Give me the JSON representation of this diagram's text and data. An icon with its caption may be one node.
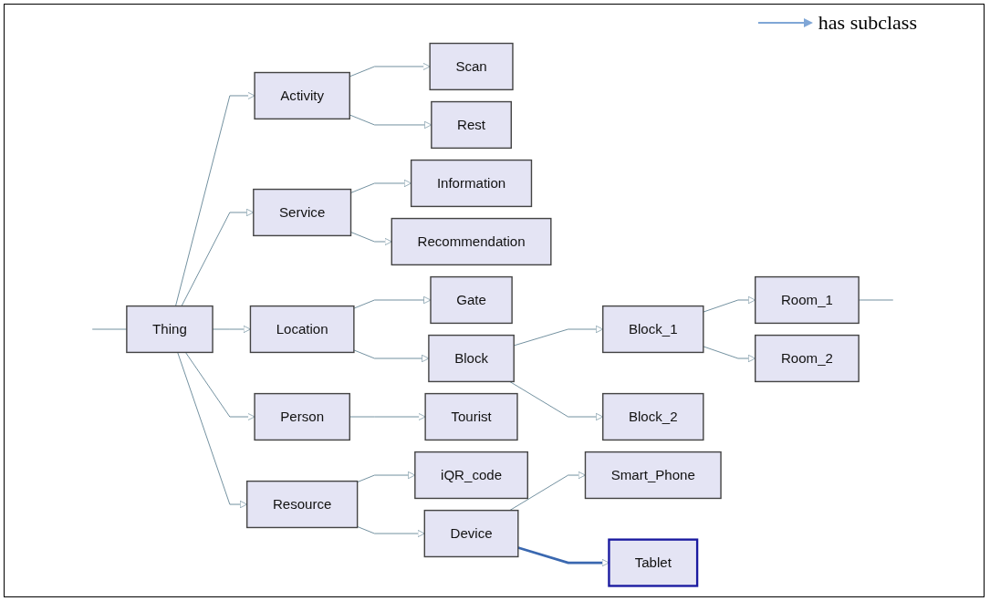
{
  "diagram": {
    "nodes": [
      {
        "text": [
          "Thing"
        ]
      },
      {
        "text": [
          "Activity"
        ]
      },
      {
        "text": [
          "Scan"
        ]
      },
      {
        "text": [
          "Rest"
        ]
      },
      {
        "text": [
          "Service"
        ]
      },
      {
        "text": [
          "Information"
        ]
      },
      {
        "text": [
          "Recommendation"
        ]
      },
      {
        "text": [
          "Location"
        ]
      },
      {
        "text": [
          "Gate"
        ]
      },
      {
        "text": [
          "Block"
        ]
      },
      {
        "text": [
          "Block_1"
        ]
      },
      {
        "text": [
          "Room_1"
        ]
      },
      {
        "text": [
          "Room_2"
        ]
      },
      {
        "text": [
          "Block_2"
        ]
      },
      {
        "text": [
          "Person"
        ]
      },
      {
        "text": [
          "Tourist"
        ]
      },
      {
        "text": [
          "Resource"
        ]
      },
      {
        "text": [
          "iQR_code"
        ]
      },
      {
        "text": [
          "Device"
        ]
      },
      {
        "text": [
          "Smart_Phone"
        ]
      },
      {
        "text": [
          "Tablet"
        ]
      }
    ],
    "edges": [
      {
        "from": null,
        "to": 0,
        "arrow": "none"
      },
      {
        "from": 0,
        "to": 1,
        "arrow": "to"
      },
      {
        "from": 0,
        "to": 4,
        "arrow": "to"
      },
      {
        "from": 0,
        "to": 7,
        "arrow": "to"
      },
      {
        "from": 0,
        "to": 14,
        "arrow": "to"
      },
      {
        "from": 0,
        "to": 16,
        "arrow": "to"
      },
      {
        "from": 1,
        "to": 2,
        "arrow": "to"
      },
      {
        "from": 1,
        "to": 3,
        "arrow": "to"
      },
      {
        "from": 4,
        "to": 5,
        "arrow": "to"
      },
      {
        "from": 4,
        "to": 6,
        "arrow": "to"
      },
      {
        "from": 7,
        "to": 8,
        "arrow": "to"
      },
      {
        "from": 7,
        "to": 9,
        "arrow": "to"
      },
      {
        "from": 9,
        "to": 10,
        "arrow": "to"
      },
      {
        "from": 9,
        "to": 13,
        "arrow": "to"
      },
      {
        "from": 10,
        "to": 11,
        "arrow": "to"
      },
      {
        "from": 10,
        "to": 12,
        "arrow": "to"
      },
      {
        "from": 11,
        "to": null,
        "arrow": "none"
      },
      {
        "from": 14,
        "to": 15,
        "arrow": "to"
      },
      {
        "from": 16,
        "to": 17,
        "arrow": "to"
      },
      {
        "from": 16,
        "to": 18,
        "arrow": "to"
      },
      {
        "from": 18,
        "to": 19,
        "arrow": "to"
      },
      {
        "from": 18,
        "to": 20,
        "arrow": "to",
        "style": "thick",
        "color": "#3a68b0"
      }
    ],
    "legend": [
      {
        "text": "has subclass"
      }
    ]
  }
}
